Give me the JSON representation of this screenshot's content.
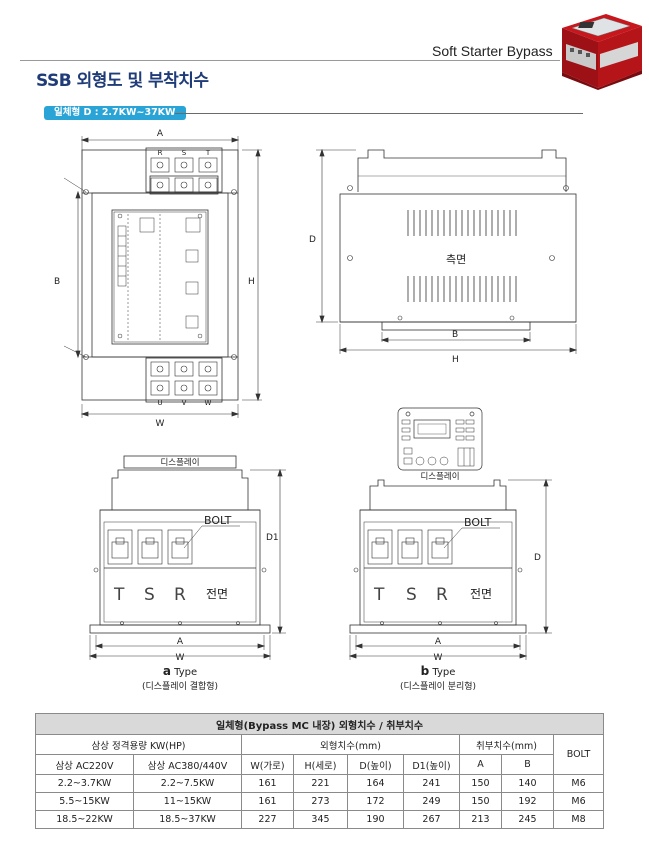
{
  "header": {
    "brand": "Soft Starter Bypass",
    "title": "SSB 외형도 및 부착치수",
    "section": "일체형 D : 2.7KW~37KW"
  },
  "top_drawing": {
    "dim_a": "A",
    "dim_b": "B",
    "dim_h": "H",
    "dim_w": "W",
    "top_terminals": [
      "R",
      "S",
      "T"
    ],
    "bottom_terminals": [
      "U",
      "V",
      "W"
    ]
  },
  "side_drawing": {
    "dim_d": "D",
    "dim_b": "B",
    "dim_h": "H",
    "label": "측면"
  },
  "type_a": {
    "display_label": "디스플레이",
    "bolt_label": "BOLT",
    "letters": [
      "T",
      "S",
      "R"
    ],
    "front_label": "전면",
    "dim_d1": "D1",
    "dim_a": "A",
    "dim_w": "W",
    "type_letter": "a",
    "type_word": "Type",
    "type_desc": "(디스플레이 결합형)"
  },
  "type_b": {
    "display_label": "디스플레이",
    "bolt_label": "BOLT",
    "letters": [
      "T",
      "S",
      "R"
    ],
    "front_label": "전면",
    "dim_d": "D",
    "dim_a": "A",
    "dim_w": "W",
    "type_letter": "b",
    "type_word": "Type",
    "type_desc": "(디스플레이 분리형)"
  },
  "table": {
    "title": "일체형(Bypass MC 내장) 외형치수 / 취부치수",
    "group_capacity": "삼상 정격용량 KW(HP)",
    "group_outer": "외형치수(mm)",
    "group_mount": "취부치수(mm)",
    "bolt_header": "BOLT",
    "columns": [
      "삼상 AC220V",
      "삼상 AC380/440V",
      "W(가로)",
      "H(세로)",
      "D(높이)",
      "D1(높이)",
      "A",
      "B"
    ],
    "rows": [
      [
        "2.2~3.7KW",
        "2.2~7.5KW",
        "161",
        "221",
        "164",
        "241",
        "150",
        "140",
        "M6"
      ],
      [
        "5.5~15KW",
        "11~15KW",
        "161",
        "273",
        "172",
        "249",
        "150",
        "192",
        "M6"
      ],
      [
        "18.5~22KW",
        "18.5~37KW",
        "227",
        "345",
        "190",
        "267",
        "213",
        "245",
        "M8"
      ]
    ]
  }
}
